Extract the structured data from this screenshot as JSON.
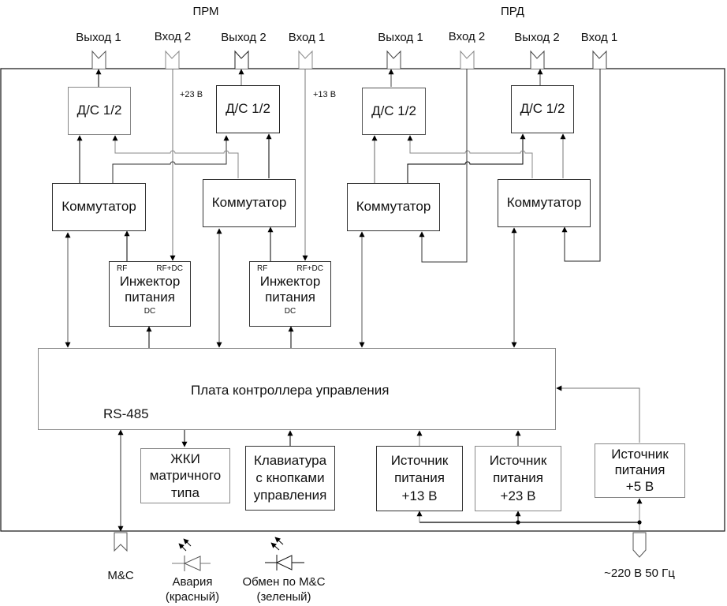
{
  "sections": {
    "prm_title": "ПРМ",
    "prd_title": "ПРД"
  },
  "connectors_top": {
    "prm": [
      "Выход 1",
      "Вход 2",
      "Выход 2",
      "Вход 1"
    ],
    "prd": [
      "Выход 1",
      "Вход 2",
      "Выход 2",
      "Вход 1"
    ]
  },
  "voltage_labels": {
    "prm_plus23": "+23 В",
    "prm_plus13": "+13 В"
  },
  "blocks": {
    "ds": "Д/С 1/2",
    "commutator": "Коммутатор",
    "injector": {
      "line1": "Инжектор",
      "line2": "питания",
      "port_rf": "RF",
      "port_rfdc": "RF+DC",
      "port_dc": "DC"
    },
    "controller": "Плата контроллера управления",
    "rs485": "RS-485",
    "lcd": [
      "ЖКИ",
      "матричного",
      "типа"
    ],
    "keyboard": [
      "Клавиатура",
      "с кнопками",
      "управления"
    ],
    "psu13": [
      "Источник",
      "питания",
      "+13 В"
    ],
    "psu23": [
      "Источник",
      "питания",
      "+23 В"
    ],
    "psu5": [
      "Источник",
      "питания",
      "+5 В"
    ]
  },
  "bottom": {
    "mc": "M&C",
    "alarm": [
      "Авария",
      "(красный)"
    ],
    "exchange": [
      "Обмен по M&C",
      "(зеленый)"
    ],
    "mains": "~220 В 50 Гц"
  }
}
